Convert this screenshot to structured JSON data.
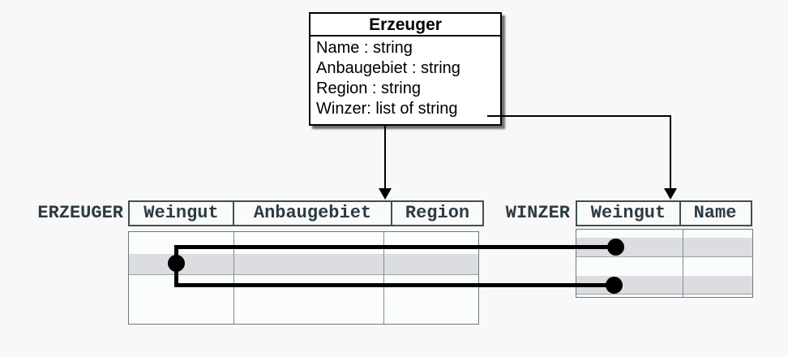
{
  "class_box": {
    "title": "Erzeuger",
    "attributes": [
      "Name : string",
      "Anbaugebiet : string",
      "Region : string",
      "Winzer: list of string"
    ]
  },
  "tables": {
    "erzeuger": {
      "label": "ERZEUGER",
      "columns": [
        "Weingut",
        "Anbaugebiet",
        "Region"
      ]
    },
    "winzer": {
      "label": "WINZER",
      "columns": [
        "Weingut",
        "Name"
      ]
    }
  },
  "colors": {
    "canvas_bg": "#f8f8f9",
    "class_box_border": "#000000",
    "table_header_border": "#3f4f54",
    "table_body_border": "#68787c",
    "table_text": "#2c3b42",
    "row_highlight": "#dcdde1",
    "connector": "#000000"
  }
}
